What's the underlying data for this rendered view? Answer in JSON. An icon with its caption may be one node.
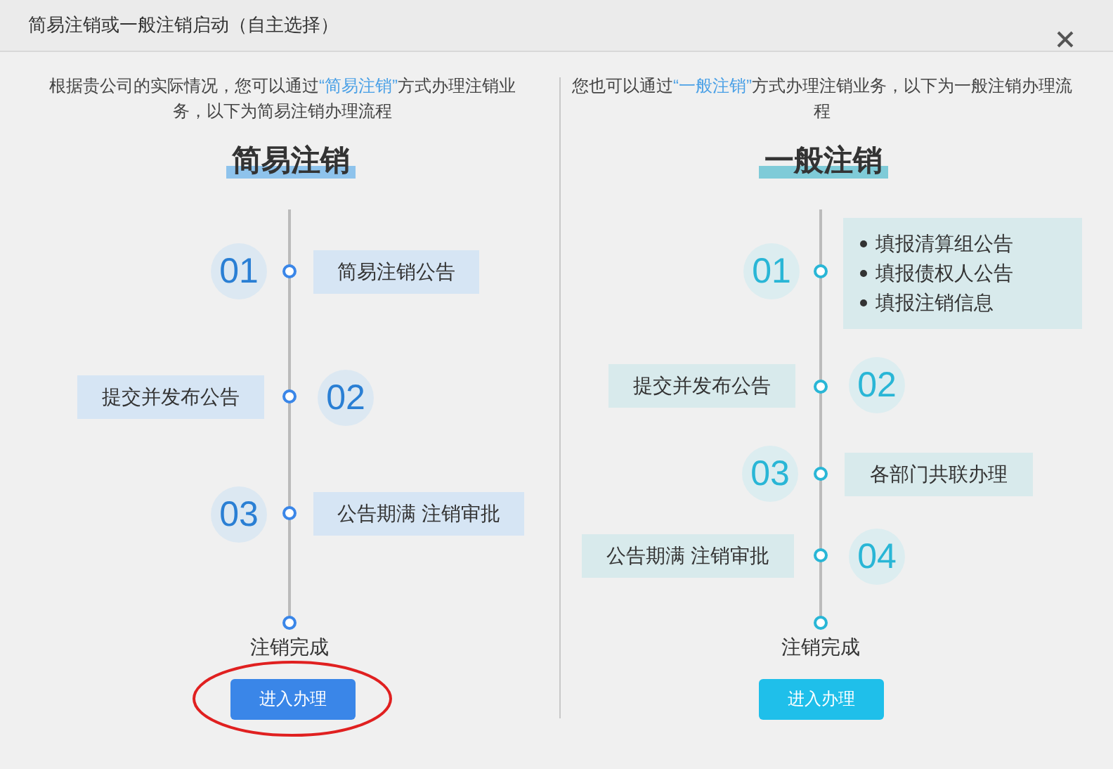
{
  "diagram": {
    "title": "简易注销或一般注销启动（自主选择）",
    "nodes": [
      {
        "text": [
          "根据贵公司的实际情况，您可以通过**“简易注销”**方式办理注销业务，以下为简易注销办理流程",
          "简易注销"
        ]
      },
      {
        "text": [
          "01"
        ],
        "in": 0
      },
      {
        "text": [
          "简易注销公告"
        ],
        "in": 0
      },
      {
        "text": [
          "提交并发布公告"
        ],
        "in": 0
      },
      {
        "text": [
          "02"
        ],
        "in": 0
      },
      {
        "text": [
          "03"
        ],
        "in": 0
      },
      {
        "text": [
          "公告期满 注销审批"
        ],
        "in": 0
      },
      {
        "text": [
          "注销完成"
        ],
        "in": 0
      },
      {
        "text": [
          "进入办理"
        ],
        "in": 0
      },
      {
        "text": [
          "您也可以通过**“一般注销”**方式办理注销业务，以下为一般注销办理流程",
          "一般注销"
        ]
      },
      {
        "text": [
          "01"
        ],
        "in": 9
      },
      {
        "text": [
          "填报清算组公告",
          "填报债权人公告",
          "填报注销信息"
        ],
        "in": 9
      },
      {
        "text": [
          "提交并发布公告"
        ],
        "in": 9
      },
      {
        "text": [
          "02"
        ],
        "in": 9
      },
      {
        "text": [
          "03"
        ],
        "in": 9
      },
      {
        "text": [
          "各部门共联办理"
        ],
        "in": 9
      },
      {
        "text": [
          "公告期满 注销审批"
        ],
        "in": 9
      },
      {
        "text": [
          "04"
        ],
        "in": 9
      },
      {
        "text": [
          "注销完成"
        ],
        "in": 9
      },
      {
        "text": [
          "进入办理"
        ],
        "in": 9
      }
    ],
    "edges": []
  }
}
